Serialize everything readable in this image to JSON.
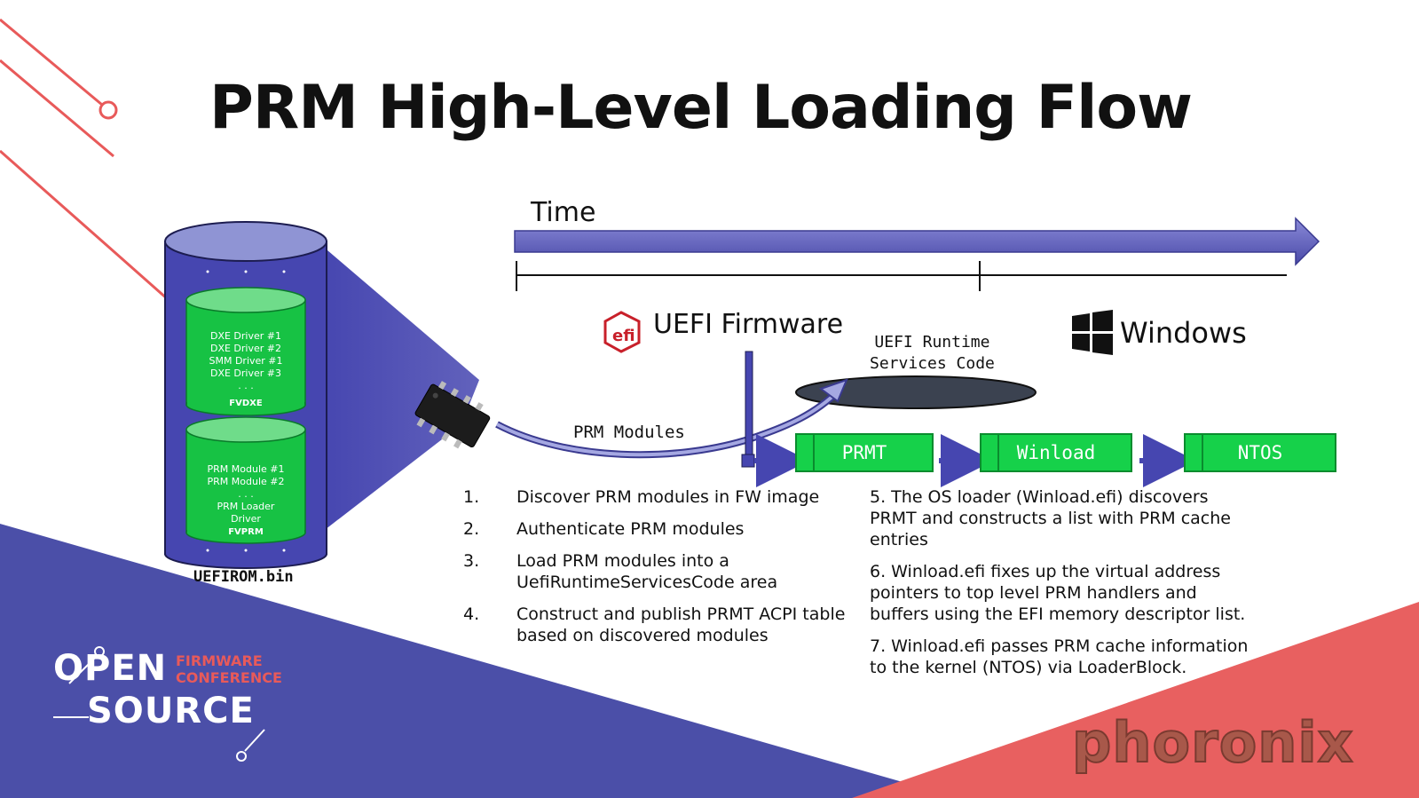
{
  "slide": {
    "title": "PRM High-Level Loading Flow",
    "time_label": "Time",
    "uefi_label": "UEFI Firmware",
    "windows_label": "Windows",
    "runtime_label_line1": "UEFI Runtime",
    "runtime_label_line2": "Services Code",
    "prm_modules_label": "PRM Modules",
    "rom_label": "UEFIROM.bin"
  },
  "cylinder": {
    "fvdxe_lines": [
      "DXE Driver #1",
      "DXE Driver #2",
      "SMM Driver #1",
      "DXE Driver #3",
      ". . ."
    ],
    "fvdxe_label": "FVDXE",
    "fvprm_lines": [
      "PRM Module #1",
      "PRM Module #2",
      ". . .",
      "PRM Loader",
      "Driver"
    ],
    "fvprm_label": "FVPRM"
  },
  "stages": [
    "PRMT",
    "Winload",
    "NTOS"
  ],
  "steps_left": [
    {
      "num": "1.",
      "text": "Discover PRM modules in FW image"
    },
    {
      "num": "2.",
      "text": "Authenticate PRM modules"
    },
    {
      "num": "3.",
      "text": "Load PRM modules into a UefiRuntimeServicesCode area"
    },
    {
      "num": "4.",
      "text": "Construct and publish PRMT ACPI table based on discovered modules"
    }
  ],
  "steps_right": [
    "5. The OS loader (Winload.efi) discovers PRMT and constructs a list with PRM cache entries",
    "6. Winload.efi fixes up the virtual address pointers to top level PRM handlers and buffers using the EFI memory descriptor list.",
    "7. Winload.efi passes PRM cache information to the kernel (NTOS) via LoaderBlock."
  ],
  "logo": {
    "open": "OPEN",
    "source": "SOURCE",
    "firmware": "FIRMWARE",
    "conference": "CONFERENCE"
  },
  "watermark": "phoronix",
  "colors": {
    "accent_red": "#e85a5a",
    "accent_blue": "#4b4fa8",
    "cylinder_blue": "#4646b0",
    "stage_green": "#16d14a",
    "arrow_blue": "#5a5cb4"
  },
  "icons": [
    "uefi-logo-icon",
    "windows-logo-icon",
    "chip-icon"
  ]
}
